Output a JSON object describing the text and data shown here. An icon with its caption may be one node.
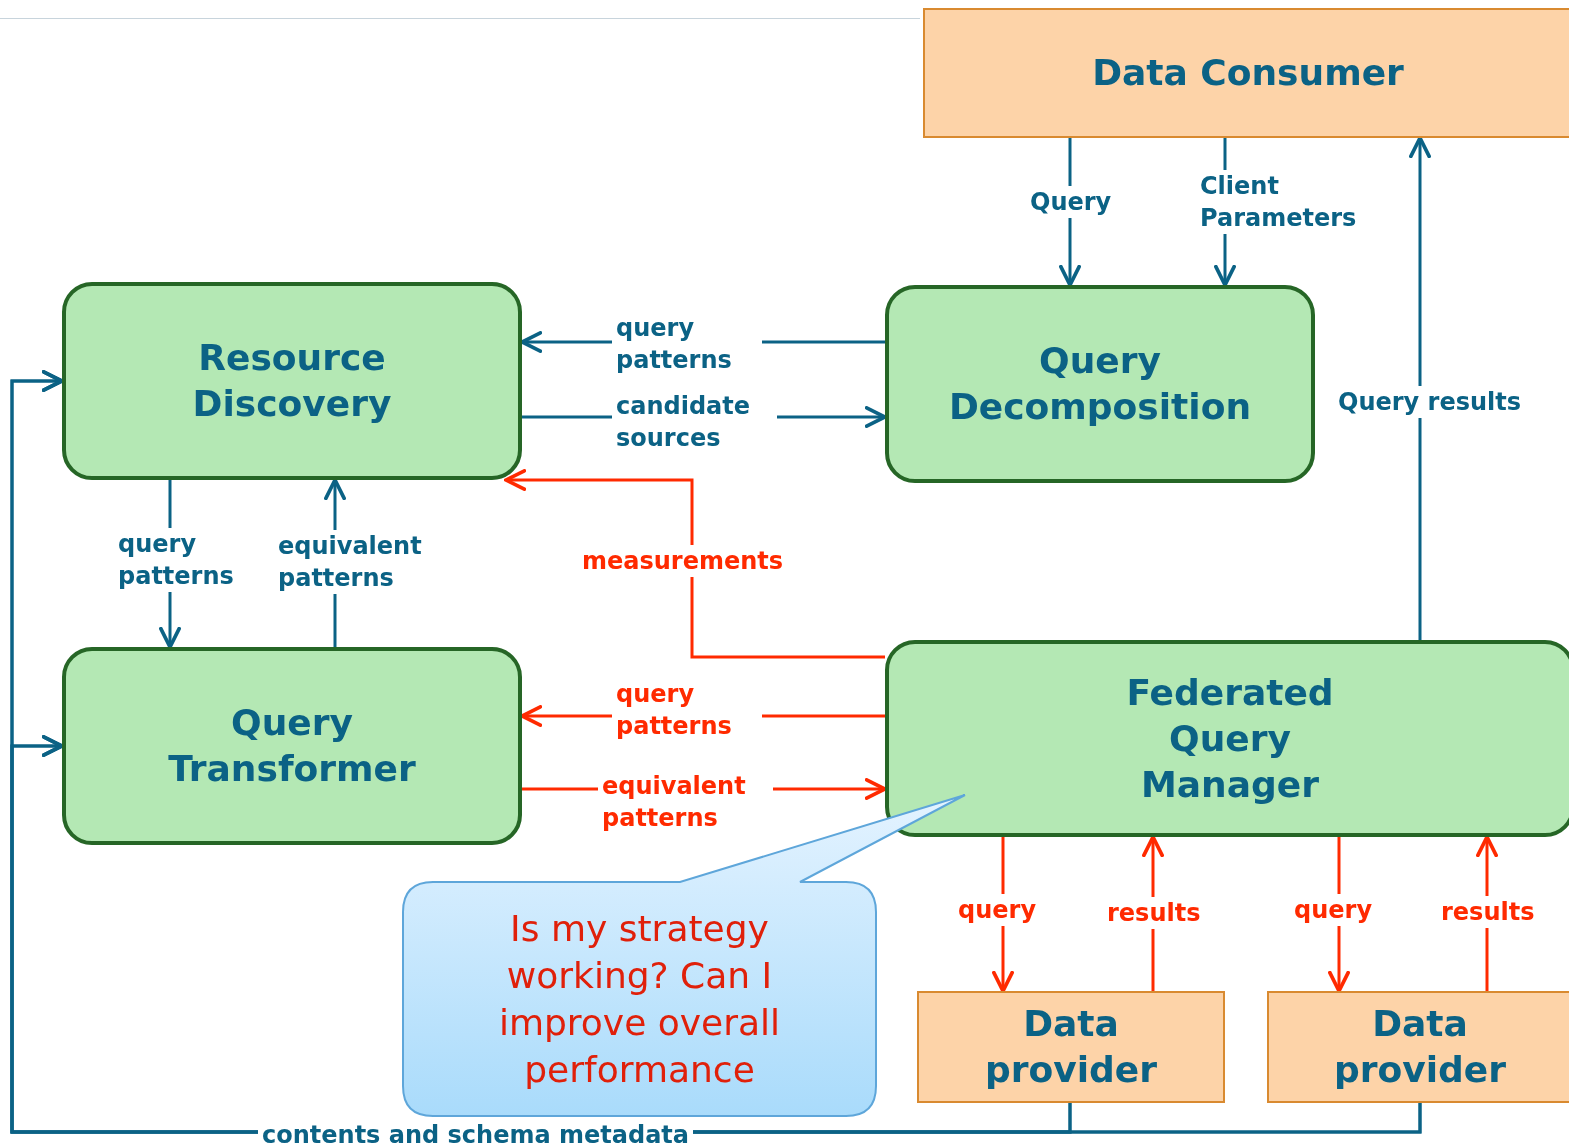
{
  "diagram": {
    "nodes": [
      {
        "text": [
          "Data Consumer"
        ]
      },
      {
        "text": [
          "Resource Discovery"
        ]
      },
      {
        "text": [
          "Query Decomposition"
        ]
      },
      {
        "text": [
          "Query Transformer"
        ]
      },
      {
        "text": [
          "Federated Query Manager"
        ]
      },
      {
        "text": [
          "Is my strategy working? Can I improve overall performance"
        ]
      },
      {
        "text": [
          "Data provider"
        ]
      },
      {
        "text": [
          "Data provider"
        ]
      }
    ],
    "edges": [
      {
        "from": 0,
        "to": 2,
        "arrow": "to",
        "label": "Query"
      },
      {
        "from": 0,
        "to": 2,
        "arrow": "to",
        "label": "Client Parameters"
      },
      {
        "from": 4,
        "to": 0,
        "arrow": "to",
        "label": "Query results"
      },
      {
        "from": 2,
        "to": 1,
        "arrow": "to",
        "label": "query patterns"
      },
      {
        "from": 1,
        "to": 2,
        "arrow": "to",
        "label": "candidate sources"
      },
      {
        "from": 1,
        "to": 3,
        "arrow": "to",
        "label": "query patterns"
      },
      {
        "from": 3,
        "to": 1,
        "arrow": "to",
        "label": "equivalent patterns"
      },
      {
        "from": 4,
        "to": 1,
        "arrow": "to",
        "label": "measurements",
        "color": "#ff2a00"
      },
      {
        "from": 4,
        "to": 3,
        "arrow": "to",
        "label": "query patterns",
        "color": "#ff2a00"
      },
      {
        "from": 3,
        "to": 4,
        "arrow": "to",
        "label": "equivalent patterns",
        "color": "#ff2a00"
      },
      {
        "from": 4,
        "to": 6,
        "arrow": "to",
        "label": "query",
        "color": "#ff2a00"
      },
      {
        "from": 6,
        "to": 4,
        "arrow": "to",
        "label": "results",
        "color": "#ff2a00"
      },
      {
        "from": 4,
        "to": 7,
        "arrow": "to",
        "label": "query",
        "color": "#ff2a00"
      },
      {
        "from": 7,
        "to": 4,
        "arrow": "to",
        "label": "results",
        "color": "#ff2a00"
      },
      {
        "from": 6,
        "to": 1,
        "arrow": "to",
        "label": "contents and schema metadata"
      },
      {
        "from": 6,
        "to": 3,
        "arrow": "to"
      },
      {
        "from": 7,
        "to": 1,
        "arrow": "to"
      },
      {
        "from": 7,
        "to": 3,
        "arrow": "to"
      }
    ]
  }
}
